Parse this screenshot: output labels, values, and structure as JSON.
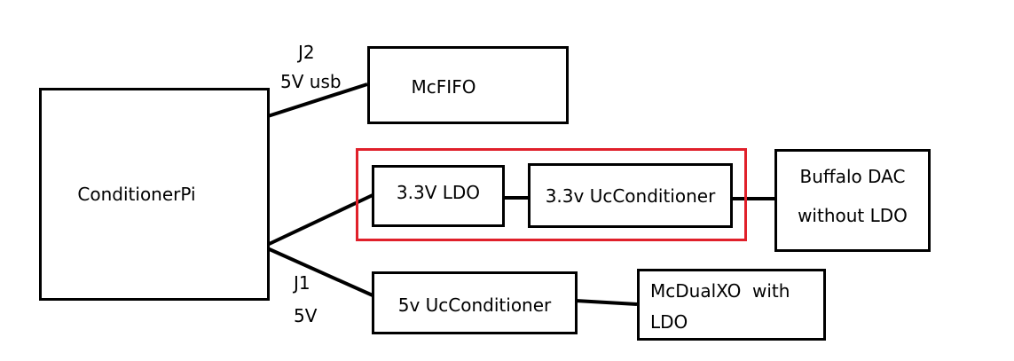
{
  "nodes": {
    "conditioner_pi": "ConditionerPi",
    "mcfifo": "McFIFO",
    "ldo_33": "3.3V LDO",
    "uc_33": "3.3v UcConditioner",
    "buffalo_line1": "Buffalo DAC",
    "buffalo_line2": "without LDO",
    "uc_5v": "5v UcConditioner",
    "mcdualxo_line1": "McDualXO  with",
    "mcdualxo_line2": "LDO"
  },
  "connectors": {
    "j2_name": "J2",
    "j2_desc": "5V usb",
    "j1_name": "J1",
    "j1_desc": "5V"
  },
  "colors": {
    "line": "#000000",
    "highlight": "#e0202a"
  }
}
